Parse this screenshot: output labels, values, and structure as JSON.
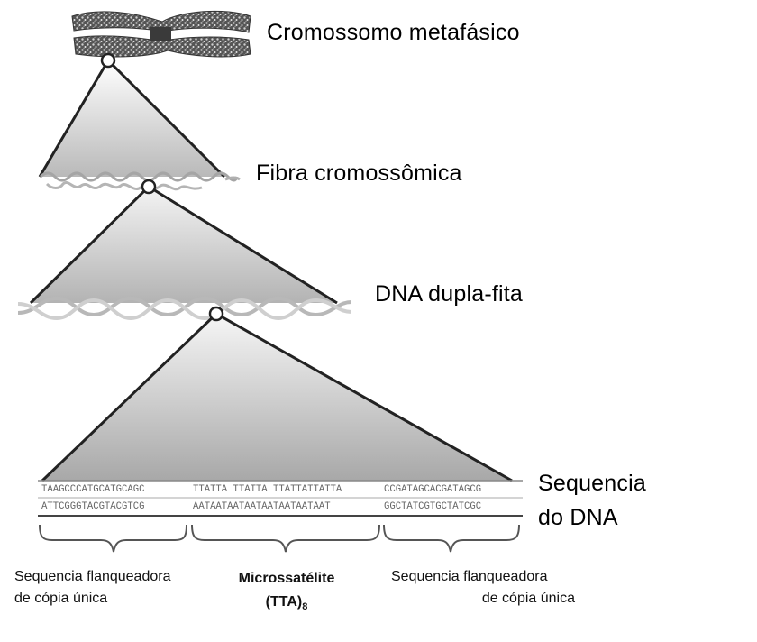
{
  "labels": {
    "chromosome": "Cromossomo  metafásico",
    "fiber": "Fibra cromossômica",
    "double_strand": "DNA dupla-fita",
    "sequence_line1": "Sequencia",
    "sequence_line2": "do DNA"
  },
  "sequence": {
    "top_left": "TAAGCCCATGCATGCAGC",
    "top_mid": "TTATTA TTATTA TTATTATTATTA",
    "top_right": "CCGATAGCACGATAGCG",
    "bottom_left": "ATTCGGGTACGTACGTCG",
    "bottom_mid": "AATAATAATAATAATAATAATAAT",
    "bottom_right": "GGCTATCGTGCTATCGC"
  },
  "captions": {
    "left_line1": "Sequencia flanqueadora",
    "left_line2": "de cópia única",
    "middle_line1": "Microssatélite",
    "middle_line2_main": "(TTA)",
    "middle_line2_sub": "8",
    "right_line1": "Sequencia flanqueadora",
    "right_line2": "de cópia única"
  }
}
